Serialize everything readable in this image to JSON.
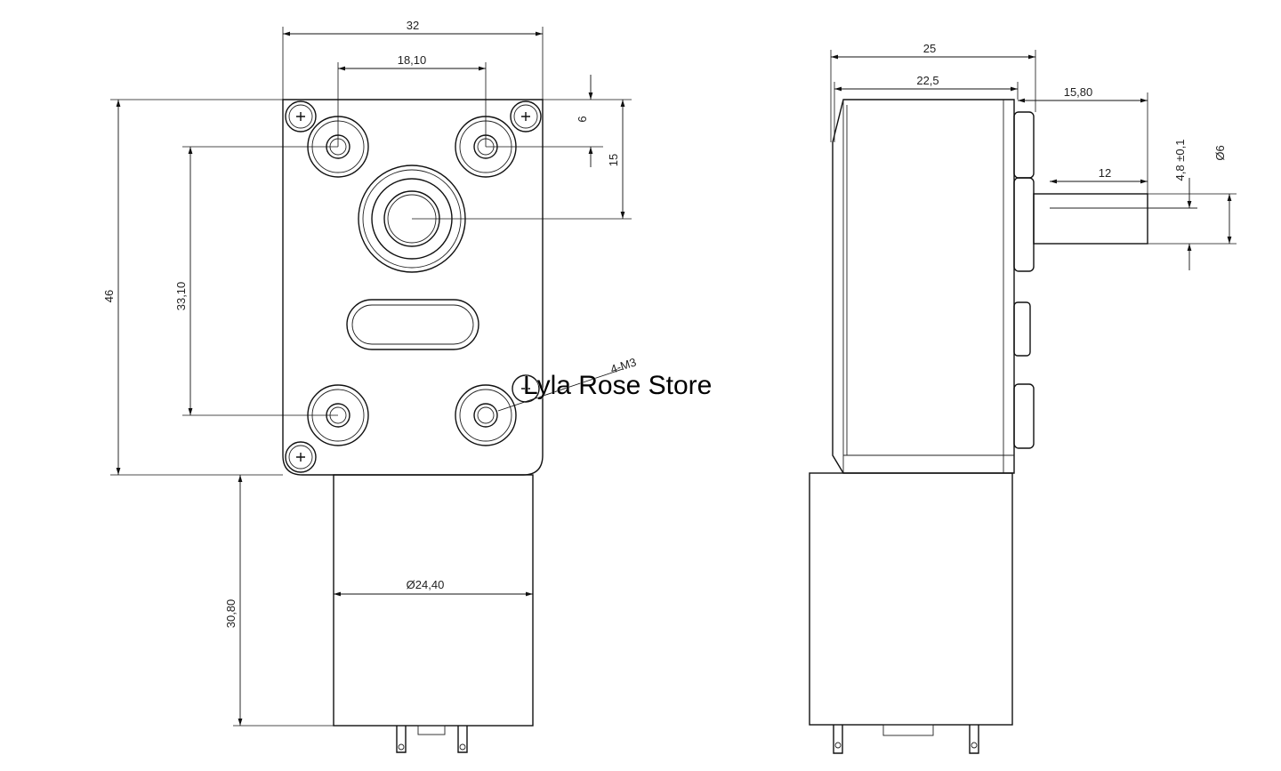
{
  "watermark": "Lyla Rose Store",
  "front_view": {
    "dimensions": {
      "width": "32",
      "hole_spacing": "18,10",
      "hole_vertical": "33,10",
      "body_height": "46",
      "offset_top": "6",
      "shaft_offset": "15",
      "motor_diameter": "Ø24,40",
      "motor_length": "30,80",
      "screw_label": "4-M3"
    }
  },
  "side_view": {
    "dimensions": {
      "total_width": "25",
      "body_width": "22,5",
      "shaft_length": "15,80",
      "flat_length": "12",
      "flat_tolerance": "4,8 ±0,1",
      "shaft_diameter": "Ø6"
    }
  }
}
